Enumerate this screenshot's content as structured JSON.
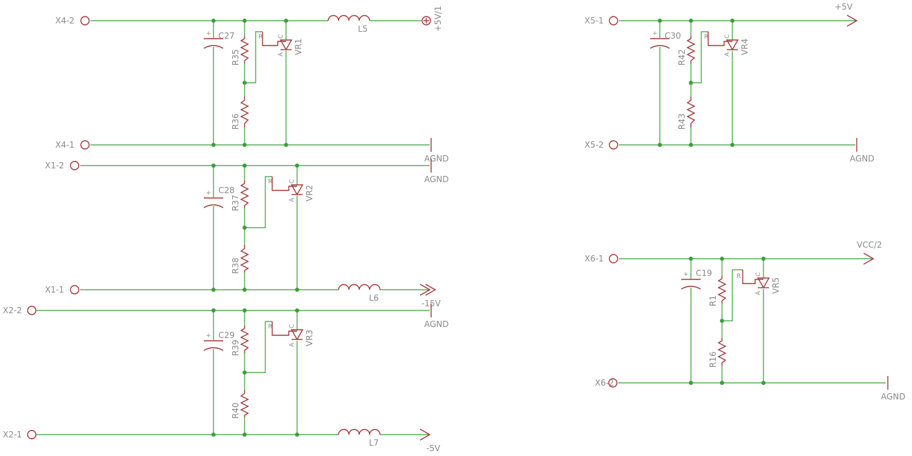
{
  "colors": {
    "wire": "#3a9e3a",
    "part": "#a33a3a",
    "text": "#8a8a8a",
    "background": "#ffffff"
  },
  "connectors": {
    "x4_2": "X4-2",
    "x4_1": "X4-1",
    "x1_2": "X1-2",
    "x1_1": "X1-1",
    "x2_2": "X2-2",
    "x2_1": "X2-1",
    "x5_1": "X5-1",
    "x5_2": "X5-2",
    "x6_1": "X6-1",
    "x6_2": "X6-2"
  },
  "capacitors": {
    "c27": "C27",
    "c28": "C28",
    "c29": "C29",
    "c30": "C30",
    "c19": "C19"
  },
  "resistors": {
    "r35": "R35",
    "r36": "R36",
    "r37": "R37",
    "r38": "R38",
    "r39": "R39",
    "r40": "R40",
    "r42": "R42",
    "r43": "R43",
    "r1": "R1",
    "r16": "R16"
  },
  "regulators": {
    "vr1": "VR1",
    "vr2": "VR2",
    "vr3": "VR3",
    "vr4": "VR4",
    "vr5": "VR5"
  },
  "inductors": {
    "l5": "L5",
    "l6": "L6",
    "l7": "L7"
  },
  "pins": {
    "r": "R",
    "a": "A",
    "c": "C",
    "plus": "+"
  },
  "nets": {
    "v5v1": "+5V/1",
    "v5": "+5V",
    "vneg15": "-15V",
    "vneg5": "-5V",
    "vcc2": "VCC/2",
    "agnd": "AGND"
  }
}
